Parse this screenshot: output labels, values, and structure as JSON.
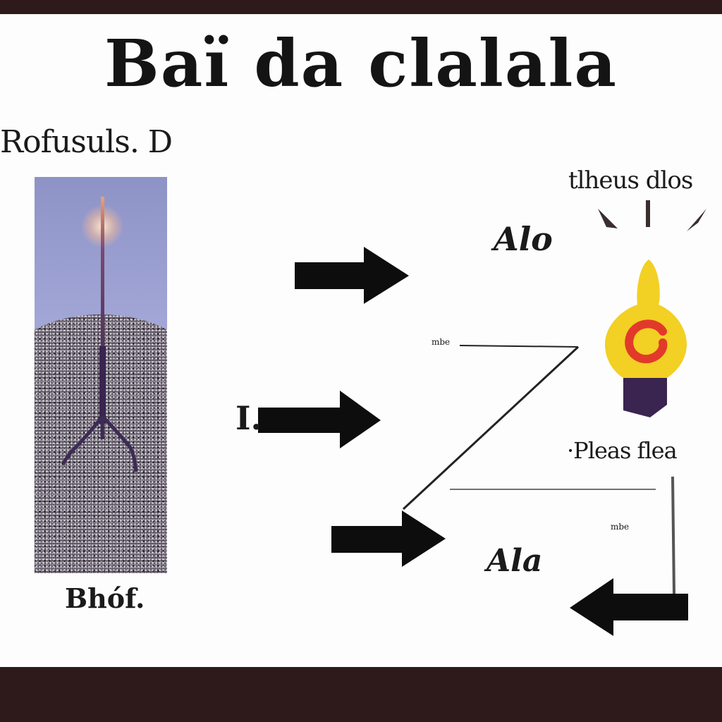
{
  "title": "Baї  da clalala",
  "panel": {
    "label": "Rofusuls. D",
    "caption": "Bhóf."
  },
  "labels": {
    "al_top": "Alo",
    "al_bottom": "Ala",
    "theus": "tlheus dlos",
    "pleas": "·Pleas flea",
    "small": "I.",
    "tiny_a": "mbe",
    "tiny_b": "mbe"
  },
  "colors": {
    "background": "#fdfdfd",
    "frame": "#2e1a1a",
    "arrow": "#0d0d0d",
    "bulb": "#f2d024",
    "bulb_ring": "#e23a2a",
    "bulb_base": "#3a2450"
  },
  "icons": [
    "lamp-post-photo",
    "light-bulb-icon",
    "arrow-right-icon",
    "arrow-left-icon"
  ]
}
